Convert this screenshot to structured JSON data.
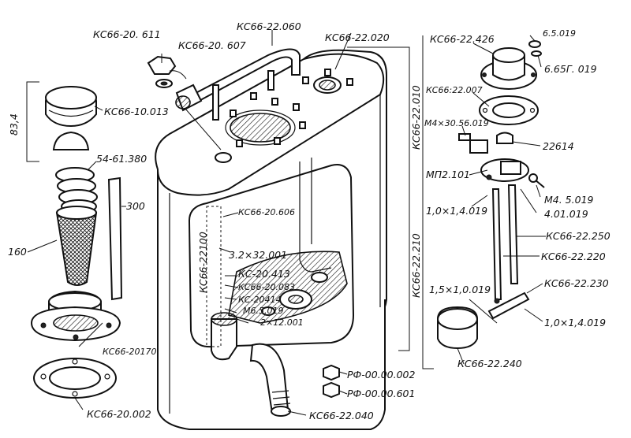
{
  "labels": {
    "kc66_20_611": "КС66-20. 611",
    "kc66_20_607": "КС66-20. 607",
    "kc66_22_060": "КС66-22.060",
    "kc66_22_020": "КС66-22.020",
    "kc66_10_013": "КС66-10.013",
    "dim_83_4": "83,4",
    "n54_61_380": "54-61.380",
    "n300": "300",
    "n160": "160",
    "kc66_20170": "КС66-20170",
    "kc66_20_002": "КС66-20.002",
    "kc66_20_606": "КС66-20.606",
    "n3_2x32_001": "3.2×32.001",
    "kc_20_413": "КС-20.413",
    "kc66_20_083": "КС66-20.083",
    "kc_20414": "КС-20414",
    "m6_5_019": "М6.5.019",
    "n2x12_001": "2×12.001",
    "kc66_22100": "КС66-22100",
    "rf_00_002": "РФ-00.00.002",
    "rf_00_601": "РФ-00.00.601",
    "kc66_22_040": "КС66-22.040",
    "kc66_22_010": "КС66-22.010",
    "kc66_22_210": "КС66-22.210",
    "n6_5_019": "6.5.019",
    "kc66_22_426": "КС66-22.426",
    "n6_65g_019": "6.65Г. 019",
    "kc66_22_007": "КС66:22.007",
    "m4x30_56_019": "М4×30.56.019",
    "n22614": "22614",
    "mp2_101": "МП2.101",
    "m4_5_019": "М4. 5.019",
    "n1x1_4_019_a": "1,0×1,4.019",
    "n4_01_019": "4.01.019",
    "kc66_22_250": "КС66-22.250",
    "kc66_22_220": "КС66-22.220",
    "kc66_22_230": "КС66-22.230",
    "n1_5x1_019": "1,5×1,0.019",
    "n1x1_4_019_b": "1,0×1,4.019",
    "kc66_22_240": "КС66-22.240"
  }
}
